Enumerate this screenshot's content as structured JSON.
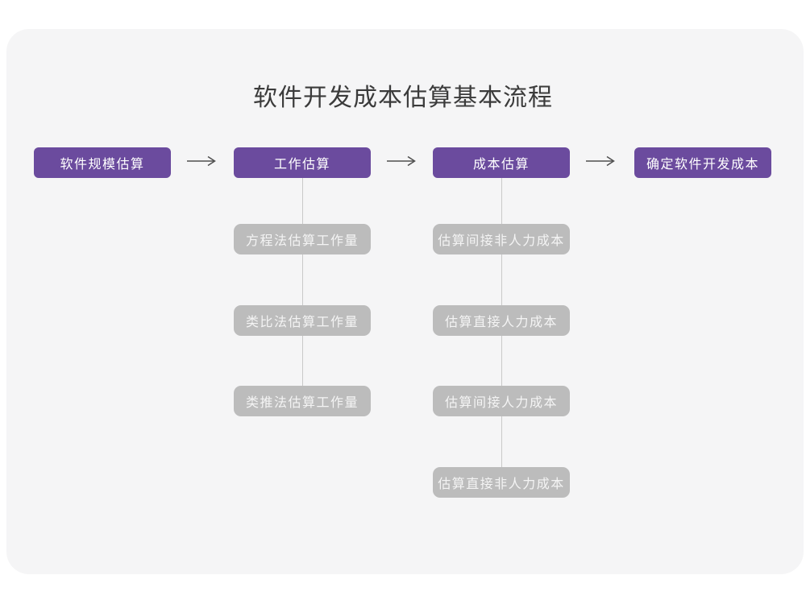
{
  "title": "软件开发成本估算基本流程",
  "main_flow": [
    {
      "label": "软件规模估算"
    },
    {
      "label": "工作估算"
    },
    {
      "label": "成本估算"
    },
    {
      "label": "确定软件开发成本"
    }
  ],
  "work_estimation_methods": [
    "方程法估算工作量",
    "类比法估算工作量",
    "类推法估算工作量"
  ],
  "cost_estimation_steps": [
    "估算间接非人力成本",
    "估算直接人力成本",
    "估算间接人力成本",
    "估算直接非人力成本"
  ],
  "colors": {
    "page_background": "#ffffff",
    "card_background": "#f5f5f6",
    "primary_node": "#6b4b9e",
    "secondary_node": "#bcbcbc",
    "primary_node_text": "#ffffff",
    "secondary_node_text": "#f4f4f4",
    "arrow": "#4f4f4f",
    "connector_line": "#c9c9c9",
    "title_text": "#3b3b3b"
  }
}
